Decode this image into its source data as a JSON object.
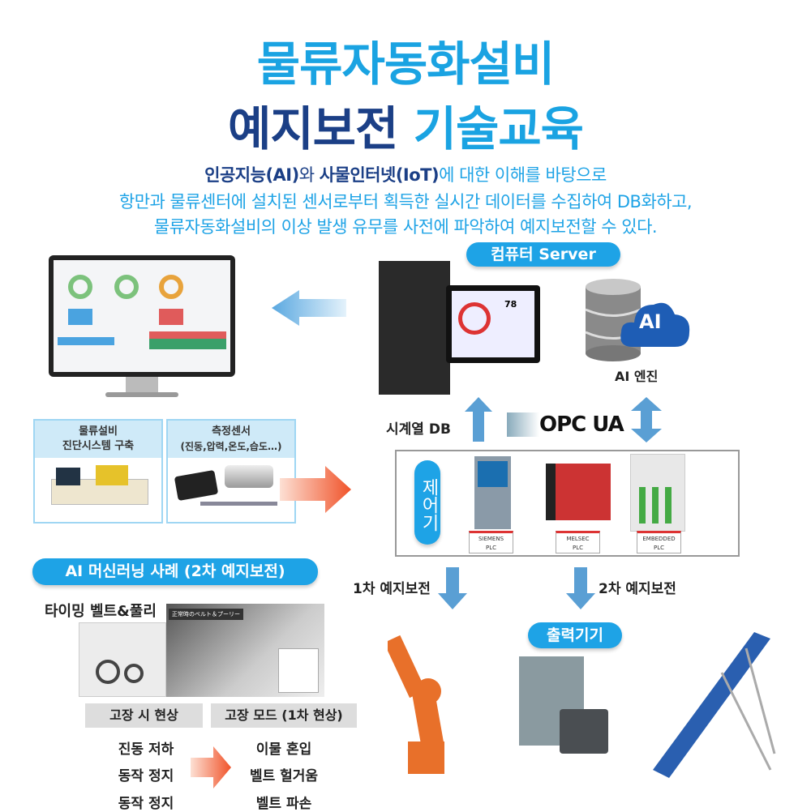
{
  "title": {
    "line1": "물류자동화설비",
    "line2_a": "예지보전",
    "line2_b": " 기술교육"
  },
  "intro": {
    "l1": [
      {
        "t": "인공지능(AI)",
        "s": "b"
      },
      {
        "t": "와 ",
        "s": "n"
      },
      {
        "t": "사물인터넷(IoT)",
        "s": "b"
      },
      {
        "t": "에 대한 이해를 바탕으로",
        "s": "c"
      }
    ],
    "l2": "항만과 물류센터에 설치된 센서로부터 획득한 실시간 데이터를 수집하여 DB화하고,",
    "l3": "물류자동화설비의 이상 발생 유무를 사전에 파악하여 예지보전할 수 있다."
  },
  "server": {
    "pill": "컴퓨터 Server",
    "ai_cloud": "AI",
    "ai_engine": "AI 엔진",
    "tablet_value": "78"
  },
  "links": {
    "timeseries_db": "시계열 DB",
    "opc_ua": "OPC UA"
  },
  "controller": {
    "label": "제어기",
    "plcs": [
      {
        "l1": "SIEMENS",
        "l2": "PLC"
      },
      {
        "l1": "MELSEC",
        "l2": "PLC"
      },
      {
        "l1": "EMBEDDED",
        "l2": "PLC"
      }
    ]
  },
  "boxes": [
    {
      "l1": "물류설비",
      "l2": "진단시스템 구축"
    },
    {
      "l1": "측정센서",
      "l2": "(진동,압력,온도,습도…)"
    }
  ],
  "ml": {
    "pill": "AI 머신러닝 사례 (2차 예지보전)",
    "subject": "타이밍 벨트&풀리",
    "photo_caption": "正常時のベルト＆プーリー",
    "headers": [
      "고장 시 현상",
      "고장 모드 (1차 현상)"
    ],
    "left": [
      "진동 저하",
      "동작 정지",
      "동작 정지"
    ],
    "right": [
      "이물 혼입",
      "벨트 헐거움",
      "벨트 파손"
    ]
  },
  "maint": {
    "first": "1차 예지보전",
    "second": "2차 예지보전",
    "output_pill": "출력기기"
  },
  "colors": {
    "cyan": "#1ea3e6",
    "navy": "#1b3f86",
    "arrow_blue": "#5a9fd4",
    "arrow_orange": "#f0532a"
  }
}
